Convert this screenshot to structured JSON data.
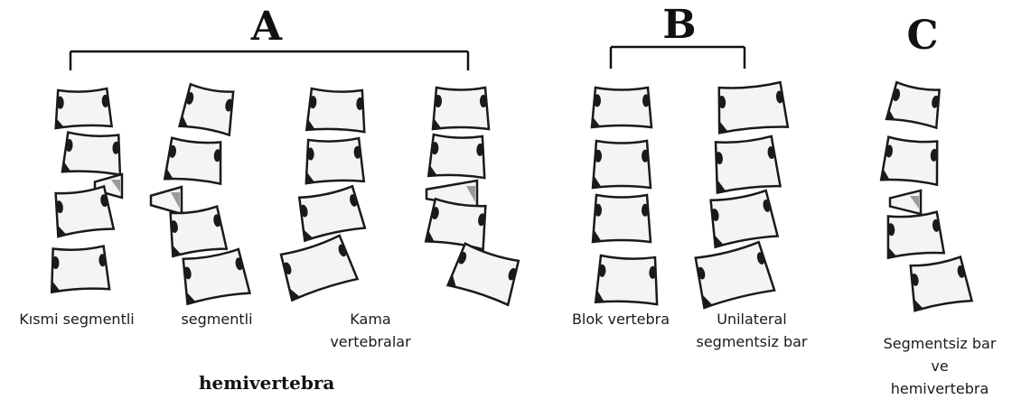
{
  "groups": {
    "a": {
      "letter": "A"
    },
    "b": {
      "letter": "B"
    },
    "c": {
      "letter": "C"
    }
  },
  "labels": {
    "kismi": "Kısmi segmentli",
    "segmentli": "segmentli",
    "kama_1": "Kama",
    "kama_2": "vertebralar",
    "blok": "Blok vertebra",
    "unilateral_1": "Unilateral",
    "unilateral_2": "segmentsiz bar",
    "segsiz_1": "Segmentsiz bar",
    "segsiz_2": "ve",
    "segsiz_3": "hemivertebra"
  },
  "caption": "hemivertebra",
  "colors": {
    "ink": "#111111",
    "bone": "#f4f4f4",
    "shade": "#9a9a9a",
    "dark": "#1a1a1a"
  }
}
